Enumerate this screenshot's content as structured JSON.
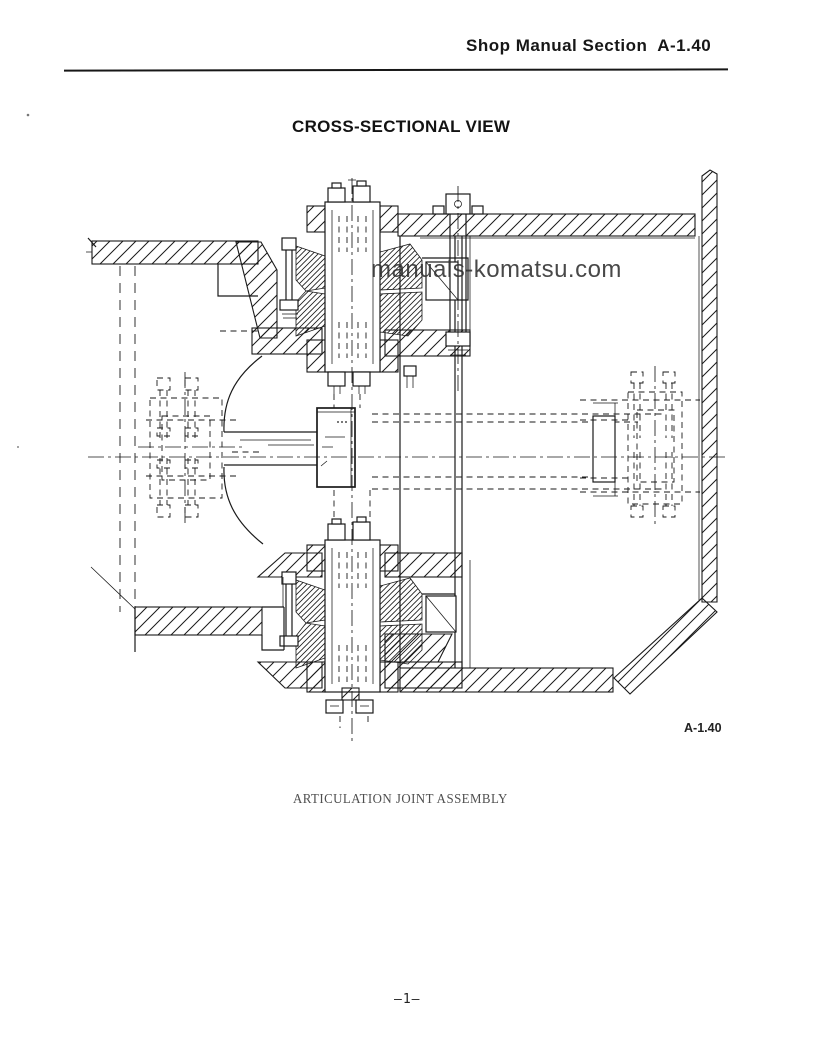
{
  "header": {
    "title": "Shop Manual Section  A-1.40"
  },
  "title": "CROSS-SECTIONAL VIEW",
  "figure": {
    "watermark": "manuals-komatsu.com",
    "ref_label": "A-1.40",
    "caption": "ARTICULATION JOINT ASSEMBLY",
    "description": "cross-sectional engineering drawing of articulation joint"
  },
  "footer": {
    "page_number": "–1–"
  },
  "colors": {
    "ink": "#1a1a1a",
    "paper": "#ffffff",
    "watermark": "#343434"
  }
}
